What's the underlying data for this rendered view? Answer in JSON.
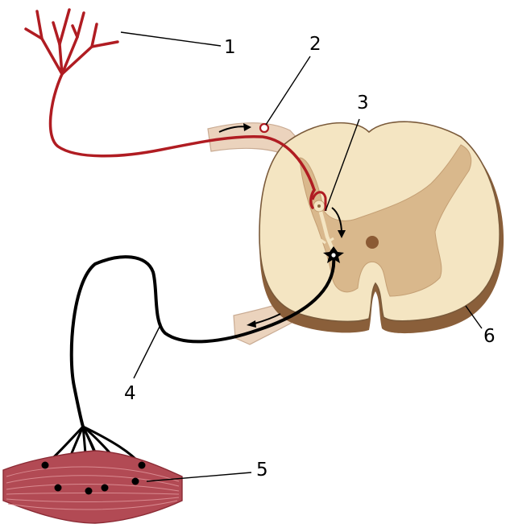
{
  "diagram": {
    "labels": [
      {
        "id": "label-1",
        "text": "1"
      },
      {
        "id": "label-2",
        "text": "2"
      },
      {
        "id": "label-3",
        "text": "3"
      },
      {
        "id": "label-4",
        "text": "4"
      },
      {
        "id": "label-5",
        "text": "5"
      },
      {
        "id": "label-6",
        "text": "6"
      }
    ]
  },
  "colors": {
    "sensory_neuron": "#b01c22",
    "motor_neuron": "#000000",
    "white_matter": "#f4e5c2",
    "gray_matter": "#d9b88c",
    "cord_outline": "#7a5a3a",
    "cord_shadow": "#8a5f3a",
    "central_canal": "#8b5a34",
    "nerve_root": "#ebd3bd",
    "muscle": "#b24a54",
    "muscle_stripes": "#d98a90"
  }
}
